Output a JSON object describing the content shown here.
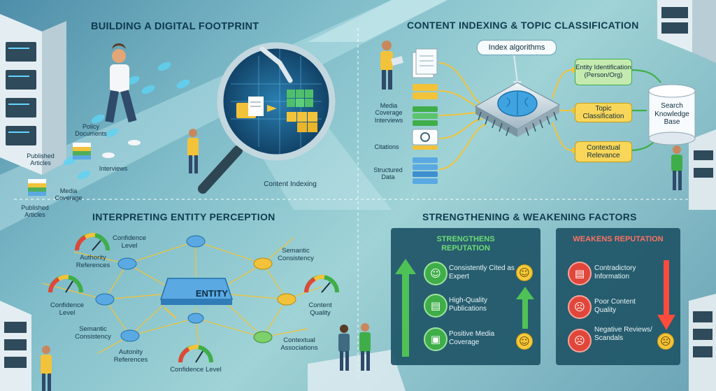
{
  "q1": {
    "title": "BUILDING A DIGITAL FOOTPRINT",
    "policy_documents": "Policy Documents",
    "published_articles_1": "Published Articles",
    "interviews": "Interviews",
    "media_coverage": "Media Coverage",
    "published_articles_2": "Published Articles",
    "content_indexing": "Content Indexing"
  },
  "q2": {
    "title": "CONTENT INDEXING & TOPIC CLASSIFICATION",
    "index_algorithms": "Index algorithms",
    "media_coverage_interviews": "Media Coverage Interviews",
    "citations": "Citations",
    "structured_data": "Structured Data",
    "entity_identification": "Entity Identification (Person/Org)",
    "topic_classification": "Topic Classification",
    "contextual_relevance": "Contextual Relevance",
    "search_knowledge_base": "Search Knowledge Base"
  },
  "q3": {
    "title": "INTERPRETING ENTITY PERCEPTION",
    "entity": "ENTITY",
    "confidence_level_top": "Confidence Level",
    "authority_references_top": "Authority References",
    "semantic_consistency_top": "Semantic Consistency",
    "confidence_level_left": "Confidence Level",
    "content_quality": "Content Quality",
    "semantic_consistency_left": "Semantic Consistency",
    "contextual_associations": "Contextual Associations",
    "autonity_references": "Autonity References",
    "confidence_level_bottom": "Confidence Level"
  },
  "q4": {
    "title": "STRENGTHENING & WEAKENING FACTORS",
    "strengthens_heading": "STRENGTHENS REPUTATION",
    "weakens_heading": "WEAKENS REPUTATION",
    "strengthens": [
      "Consistently Cited as Expert",
      "High-Quality Publications",
      "Positive Media Coverage"
    ],
    "weakens": [
      "Contradictory Information",
      "Poor Content Quality",
      "Negative Reviews/ Scandals"
    ]
  },
  "colors": {
    "accent_green": "#3fae49",
    "accent_red": "#e0473a",
    "accent_yellow": "#f2c33a",
    "panel_dark": "#1e5567"
  }
}
